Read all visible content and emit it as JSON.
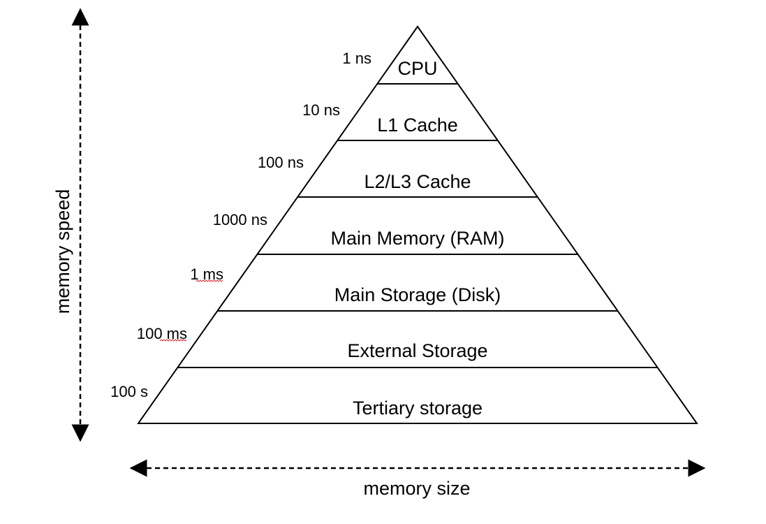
{
  "levels": [
    {
      "name": "CPU",
      "latency": "1 ns"
    },
    {
      "name": "L1 Cache",
      "latency": "10 ns"
    },
    {
      "name": "L2/L3 Cache",
      "latency": "100 ns"
    },
    {
      "name": "Main Memory (RAM)",
      "latency": "1000 ns"
    },
    {
      "name": "Main Storage (Disk)",
      "latency": "1 ms"
    },
    {
      "name": "External Storage",
      "latency": "100 ms"
    },
    {
      "name": "Tertiary storage",
      "latency": "100 s"
    }
  ],
  "axes": {
    "vertical": "memory speed",
    "horizontal": "memory size"
  }
}
